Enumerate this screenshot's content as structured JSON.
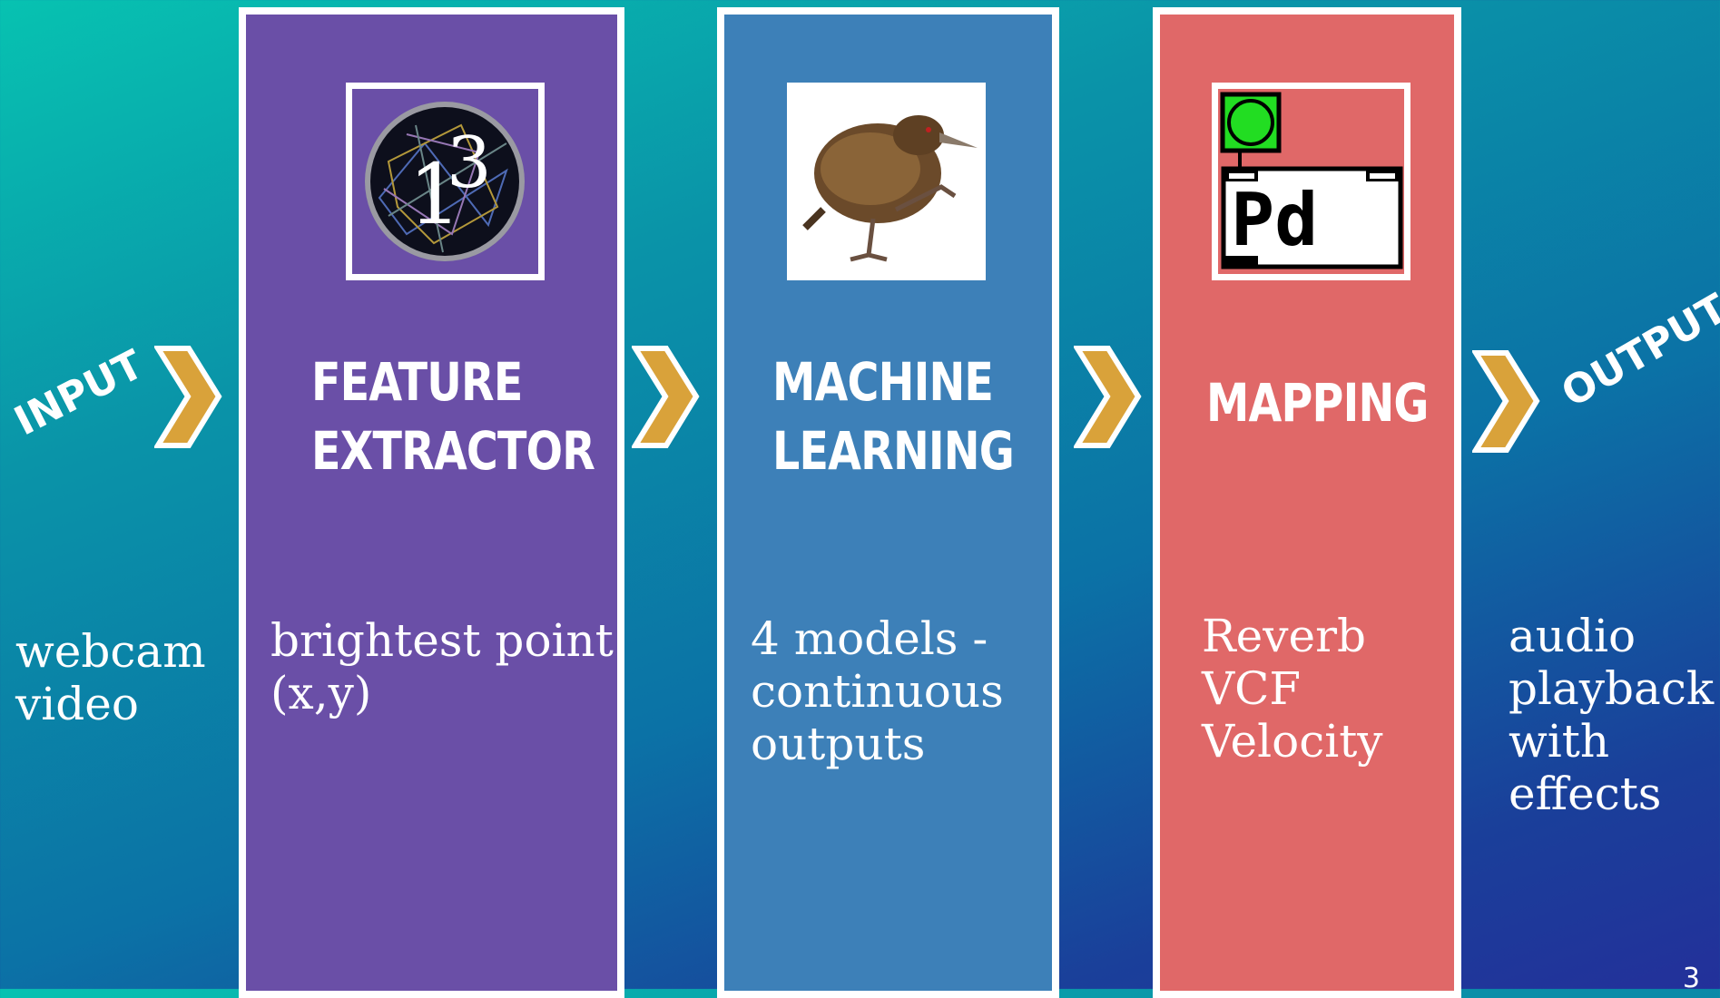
{
  "input": {
    "label": "INPUT",
    "text_lines": [
      "webcam",
      "video"
    ]
  },
  "output": {
    "label": "OUTPUT",
    "text_lines": [
      "audio",
      "playback",
      "with",
      "effects"
    ]
  },
  "stages": {
    "feature_extractor": {
      "title_lines": [
        "FEATURE",
        "EXTRACTOR"
      ],
      "text_lines": [
        "brightest point",
        "(x,y)"
      ],
      "icon": "processing-p3-logo-icon",
      "color": "#6a4fa7"
    },
    "machine_learning": {
      "title_lines": [
        "MACHINE",
        "LEARNING"
      ],
      "text_lines": [
        "4 models -",
        "continuous",
        "outputs"
      ],
      "icon": "weka-bird-icon",
      "color": "#3d80b8"
    },
    "mapping": {
      "title_lines": [
        "MAPPING"
      ],
      "text_lines": [
        "Reverb",
        "VCF",
        "Velocity"
      ],
      "icon": "pure-data-logo-icon",
      "icon_text": "Pd",
      "color": "#e06868"
    }
  },
  "chevron_color": "#d9a23a",
  "page_number": "3"
}
